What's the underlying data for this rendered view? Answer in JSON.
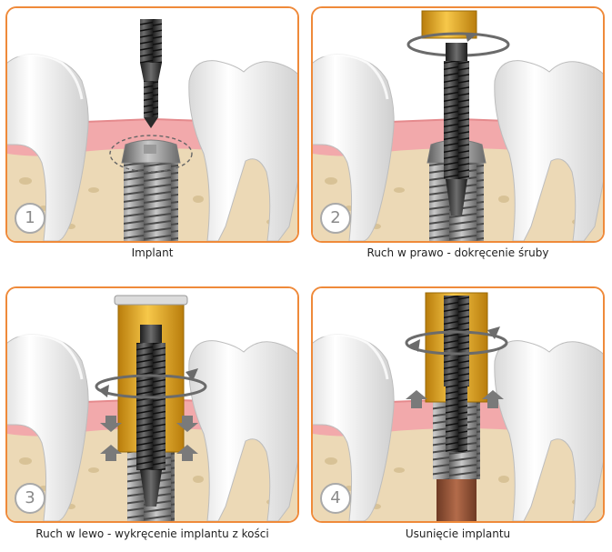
{
  "colors": {
    "panel_border": "#ef8a3a",
    "gum": "#f2a9ab",
    "bone": "#ecd9b6",
    "tooth": "#f4f4f4",
    "metal_dark": "#3b3b3b",
    "gold": "#e7a619"
  },
  "steps": [
    {
      "number": "1",
      "caption": "Implant"
    },
    {
      "number": "2",
      "caption": "Ruch w prawo - dokręcenie śruby"
    },
    {
      "number": "3",
      "caption": "Ruch w lewo - wykręcenie implantu z kości"
    },
    {
      "number": "4",
      "caption": "Usunięcie implantu"
    }
  ]
}
